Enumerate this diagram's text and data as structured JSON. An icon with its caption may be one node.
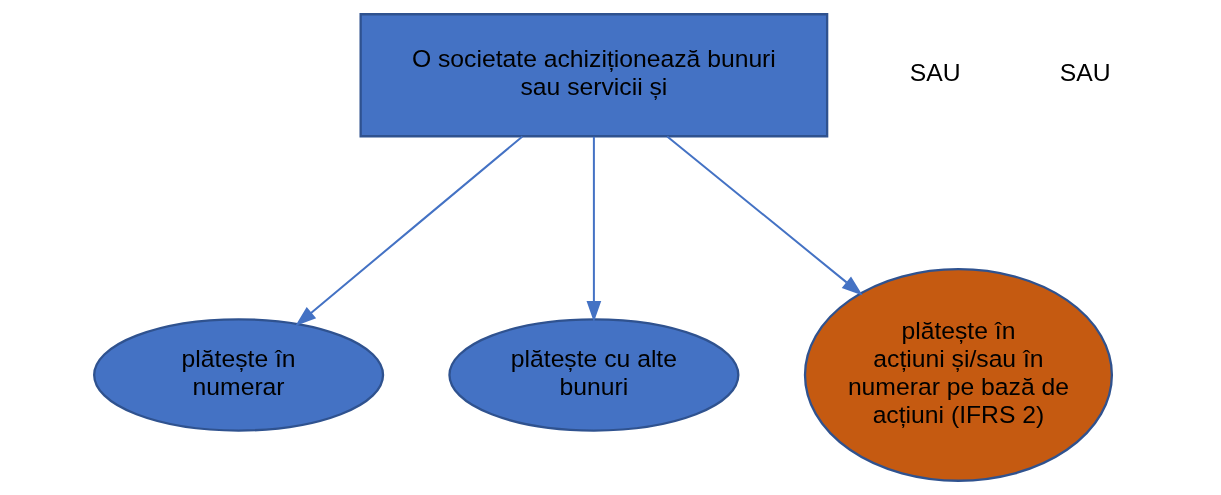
{
  "diagram": {
    "nodes": [
      {
        "text": [
          "O societate achiziționează bunuri sau servicii și"
        ]
      },
      {
        "text": [
          "plătește în numerar"
        ]
      },
      {
        "text": [
          "plătește cu alte bunuri"
        ]
      },
      {
        "text": [
          "plătește în acțiuni și/sau în numerar pe bază de acțiuni (IFRS 2)"
        ]
      }
    ],
    "edges": [
      {
        "from": 0,
        "to": 1,
        "arrow": "to"
      },
      {
        "from": 0,
        "to": 2,
        "arrow": "to"
      },
      {
        "from": 0,
        "to": 3,
        "arrow": "to"
      }
    ],
    "labels": [
      "SAU",
      "SAU"
    ]
  }
}
